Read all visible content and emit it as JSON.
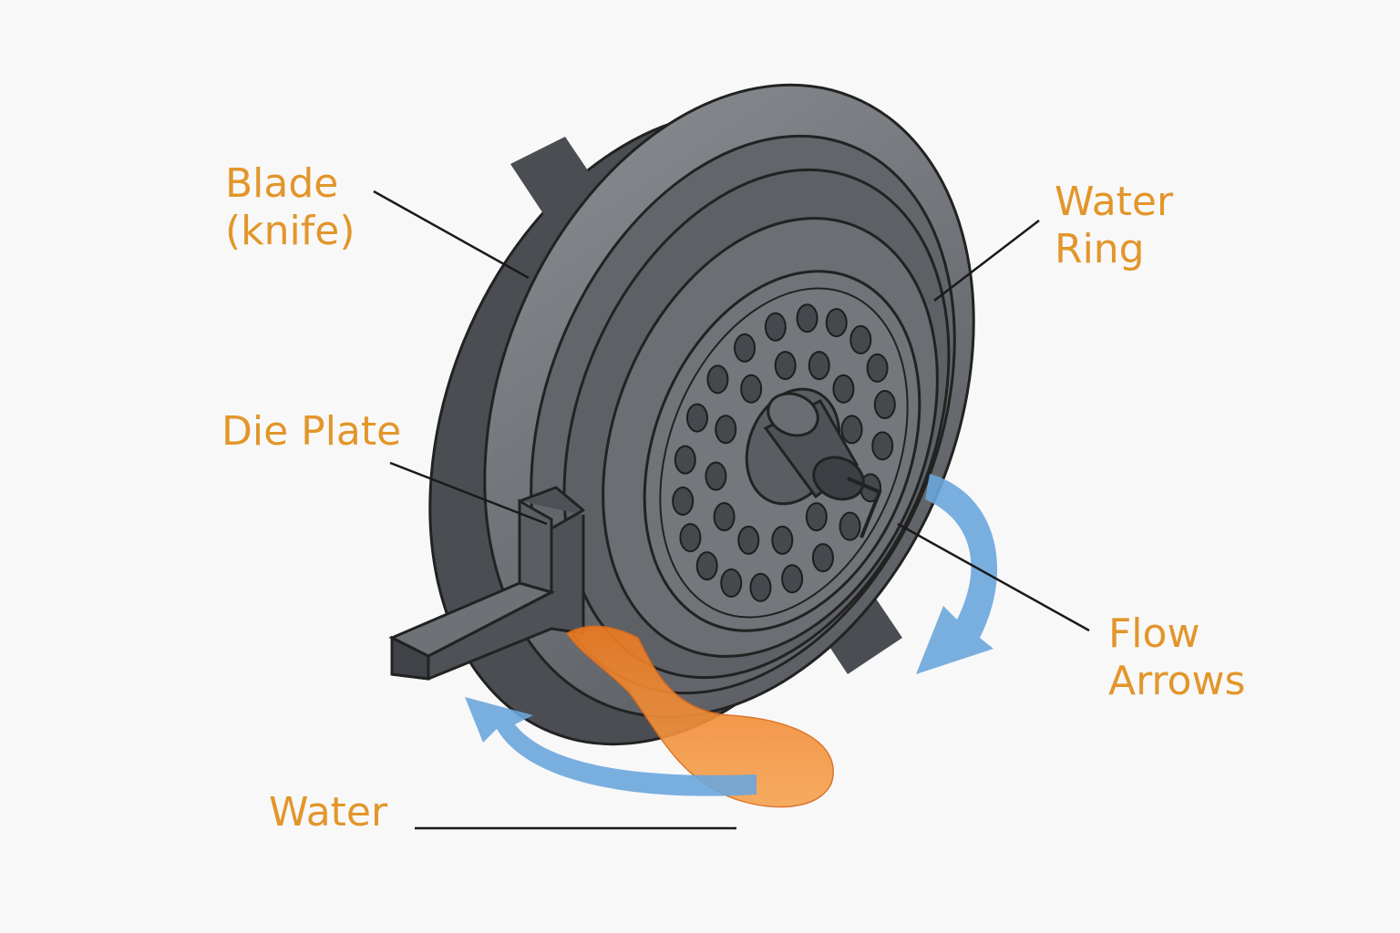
{
  "labels": {
    "blade": "Blade\n(knife)",
    "water_ring": "Water\nRing",
    "die_plate": "Die Plate",
    "flow_arrows": "Flow\nArrows",
    "water": "Water"
  },
  "colors": {
    "label": "#E2962A",
    "body": "#5c5f64",
    "flow_arrow": "#6aa6dc",
    "melt": "#f0892e"
  }
}
